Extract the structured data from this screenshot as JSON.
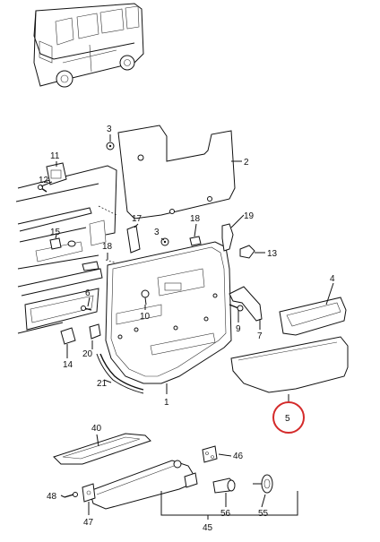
{
  "diagram": {
    "highlight_color": "#d42a2a",
    "labels": {
      "p1": "1",
      "p2": "2",
      "p3a": "3",
      "p3b": "3",
      "p4": "4",
      "p5": "5",
      "p6": "6",
      "p7": "7",
      "p9": "9",
      "p10": "10",
      "p11": "11",
      "p12": "12",
      "p13": "13",
      "p14": "14",
      "p15": "15",
      "p17": "17",
      "p18a": "18",
      "p18b": "18",
      "p19": "19",
      "p20": "20",
      "p21": "21",
      "p40": "40",
      "p45": "45",
      "p46": "46",
      "p47": "47",
      "p48": "48",
      "p55": "55",
      "p56": "56"
    },
    "highlighted_part": "5"
  }
}
